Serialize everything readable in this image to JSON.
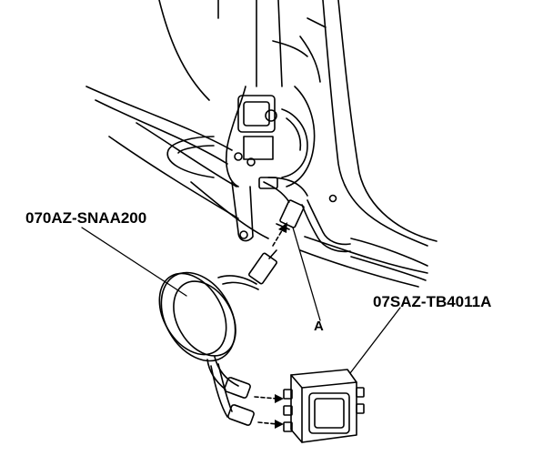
{
  "diagram": {
    "labels": {
      "harness_part_number": "070AZ-SNAA200",
      "tester_part_number": "07SAZ-TB4011A",
      "connector_callout": "A"
    },
    "line_color": "#000000",
    "background_color": "#ffffff"
  }
}
